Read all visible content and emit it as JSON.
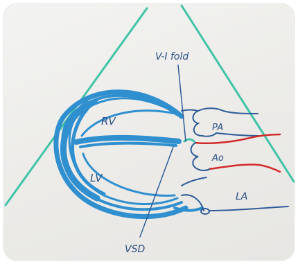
{
  "labels": {
    "vi_fold": "V-I fold",
    "rv": "RV",
    "lv": "LV",
    "pa": "PA",
    "ao": "Ao",
    "la": "LA",
    "vsd": "VSD"
  },
  "colors": {
    "sector_line": "#3fc3a6",
    "myocardium": "#2f8fcf",
    "vessel_outline": "#2f5c98",
    "aorta_line": "#d22a2a",
    "label_ink": "#2a4f86",
    "board": "#efeeeb"
  }
}
